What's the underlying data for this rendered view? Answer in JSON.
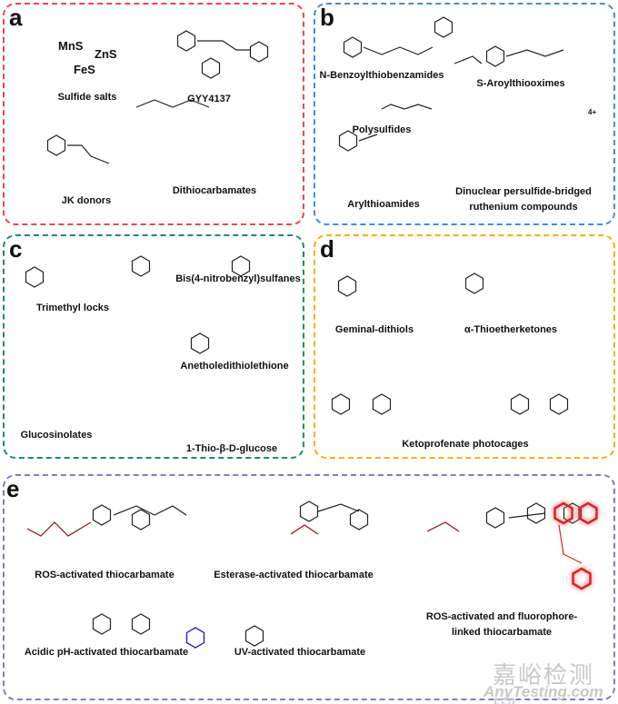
{
  "panels": {
    "a": {
      "label": "a",
      "color": "#e84848",
      "formulas": [
        "MnS",
        "ZnS",
        "FeS"
      ],
      "captions": [
        "Sulfide salts",
        "GYY4137",
        "JK donors",
        "Dithiocarbamates"
      ]
    },
    "b": {
      "label": "b",
      "color": "#3a8fd8",
      "captions": [
        "N-Benzoylthiobenzamides",
        "S-Aroylthiooximes",
        "Polysulfides",
        "Arylthioamides",
        "Dinuclear persulfide-bridged",
        "ruthenium compounds"
      ],
      "charge": "4+"
    },
    "c": {
      "label": "c",
      "color": "#1a8a78",
      "captions": [
        "Trimethyl locks",
        "Bis(4-nitrobenzyl)sulfanes",
        "Anetholedithiolethione",
        "Glucosinolates",
        "1-Thio-β-D-glucose"
      ]
    },
    "d": {
      "label": "d",
      "color": "#f0b400",
      "captions": [
        "Geminal-dithiols",
        "α-Thioetherketones",
        "Ketoprofenate photocages"
      ]
    },
    "e": {
      "label": "e",
      "color": "#8a74d8",
      "captions": [
        "ROS-activated thiocarbamate",
        "Esterase-activated thiocarbamate",
        "ROS-activated and fluorophore-",
        "linked thiocarbamate",
        "Acidic pH-activated thiocarbamate",
        "UV-activated thiocarbamate"
      ]
    }
  },
  "watermark": {
    "cn": "嘉峪检测网",
    "en": "AnyTesting.com"
  }
}
